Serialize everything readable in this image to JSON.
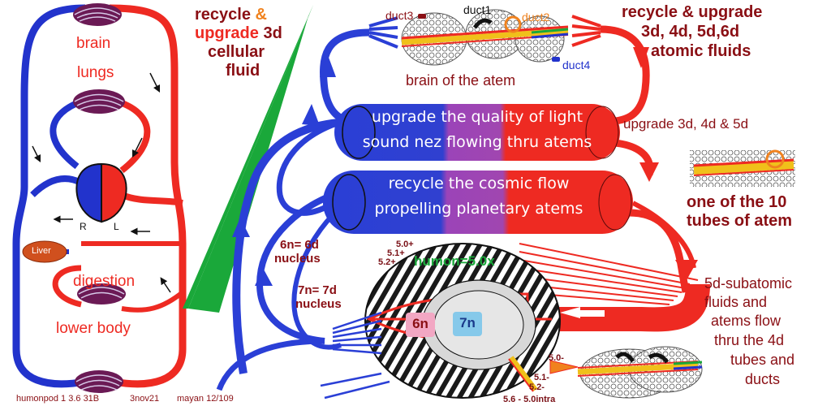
{
  "left_panel": {
    "organs": {
      "brain": "brain",
      "lungs": "lungs",
      "digestion": "digestion",
      "lower_body": "lower body"
    },
    "heart_right": "R",
    "heart_left": "L",
    "liver": "Liver",
    "footer": {
      "doc": "humonpod 1 3.6 31B",
      "date": "3nov21",
      "calendar": "mayan 12/109"
    }
  },
  "recycle_upgrade_3d": {
    "word1": "recycle",
    "amp": "&",
    "word2": "upgrade",
    "word3": "3d",
    "line2": "cellular",
    "line3": "fluid"
  },
  "brain_of_atem": {
    "caption": "brain of the atem",
    "ducts": {
      "duct1": "duct1",
      "duct2": "duct2",
      "duct3": "duct3",
      "duct4": "duct4"
    }
  },
  "recycle_upgrade_atomic": {
    "line1": "recycle & upgrade",
    "line2": "3d, 4d, 5d,6d",
    "line3": "atomic fluids"
  },
  "tubes": {
    "upper": {
      "line1": "upgrade the quality of light",
      "line2": "sound nez flowing thru atems"
    },
    "lower": {
      "line1": "recycle the cosmic flow",
      "line2": "propelling planetary atems"
    }
  },
  "upgrade_345": "upgrade 3d, 4d & 5d",
  "one_of_tubes": {
    "line1": "one of the 10",
    "line2": "tubes of atem"
  },
  "nucleus_6": {
    "line1": "6n= 6d",
    "line2": "nucleus"
  },
  "nucleus_7": {
    "line1": "7n= 7d",
    "line2": "nucleus"
  },
  "humon_label": "humon=5.0x",
  "n6": "6n",
  "n7": "7n",
  "scale_top": [
    "5.0+",
    "5.1+",
    "5.2+"
  ],
  "scale_bottom": [
    "5.0-",
    "5.1-",
    "5.2-",
    "5.6 - 5.0intra"
  ],
  "subatomic": {
    "line1": "5d-subatomic",
    "line2": "fluids and",
    "line3": "atems flow",
    "line4": "thru the 4d",
    "line5": "tubes and",
    "line6": "ducts"
  },
  "colors": {
    "red": "#ee2a22",
    "blue": "#2233cc",
    "purple": "#9b44b8",
    "green": "#1aa83a",
    "dark_red": "#8a0f14",
    "orange": "#f0821e"
  }
}
